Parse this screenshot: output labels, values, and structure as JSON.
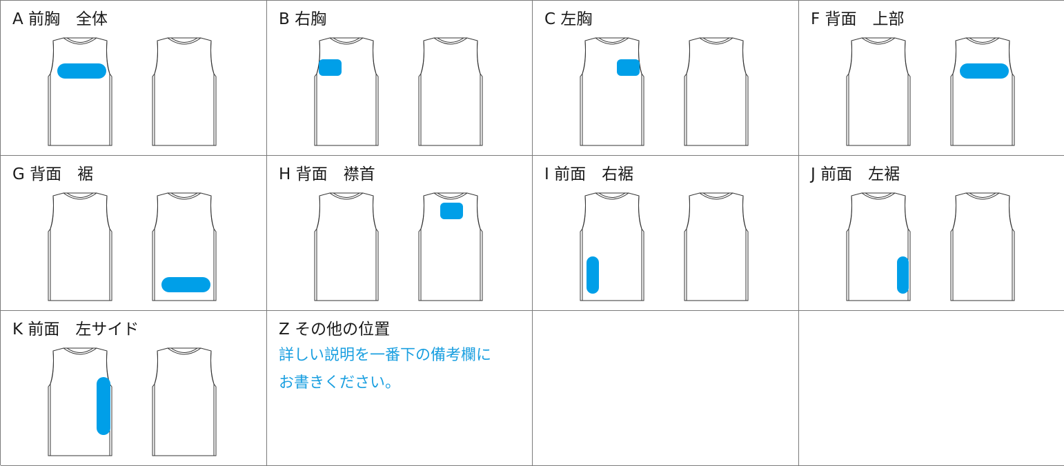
{
  "colors": {
    "marker": "#009fe8",
    "grid_line": "#7a7a7a",
    "note_text": "#1a9fe0"
  },
  "cells": [
    {
      "code": "A",
      "title": "前胸　全体",
      "marker": {
        "view": "front",
        "shape": "horizontal-bar",
        "area": "chest-full"
      }
    },
    {
      "code": "B",
      "title": "右胸",
      "marker": {
        "view": "front",
        "shape": "small-rect",
        "area": "right-chest"
      }
    },
    {
      "code": "C",
      "title": "左胸",
      "marker": {
        "view": "front",
        "shape": "small-rect",
        "area": "left-chest"
      }
    },
    {
      "code": "F",
      "title": "背面　上部",
      "marker": {
        "view": "back",
        "shape": "horizontal-bar",
        "area": "back-upper"
      }
    },
    {
      "code": "G",
      "title": "背面　裾",
      "marker": {
        "view": "back",
        "shape": "horizontal-bar",
        "area": "back-hem"
      }
    },
    {
      "code": "H",
      "title": "背面　襟首",
      "marker": {
        "view": "back",
        "shape": "small-rect",
        "area": "back-nape"
      }
    },
    {
      "code": "I",
      "title": "前面　右裾",
      "marker": {
        "view": "front",
        "shape": "vertical-bar",
        "area": "front-right-hem"
      }
    },
    {
      "code": "J",
      "title": "前面　左裾",
      "marker": {
        "view": "front",
        "shape": "vertical-bar",
        "area": "front-left-hem"
      }
    },
    {
      "code": "K",
      "title": "前面　左サイド",
      "marker": {
        "view": "front",
        "shape": "tall-vertical-bar",
        "area": "front-left-side"
      }
    },
    {
      "code": "Z",
      "title": "その他の位置",
      "note_lines": [
        "詳しい説明を一番下の備考欄に",
        "お書きください。"
      ]
    }
  ]
}
